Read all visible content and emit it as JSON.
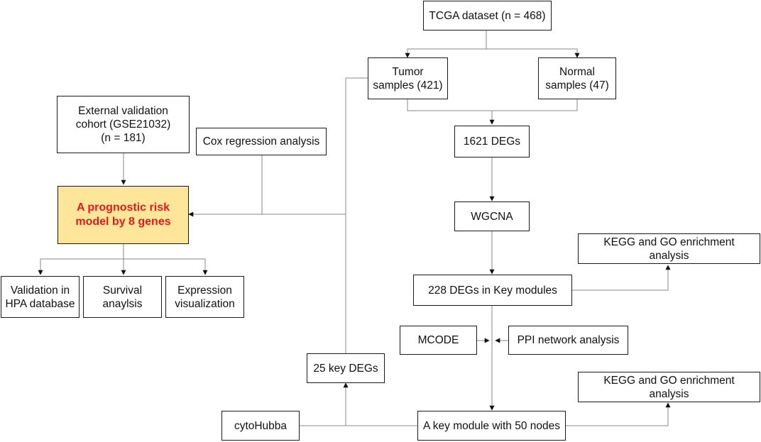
{
  "nodes": {
    "tcga": "TCGA dataset (n = 468)",
    "tumor": "Tumor\nsamples (421)",
    "normal": "Normal\nsamples (47)",
    "degs_1621": "1621 DEGs",
    "wgcna": "WGCNA",
    "kegg_go_1": "KEGG and GO enrichment\nanalysis",
    "degs_228": "228 DEGs in Key modules",
    "mcode": "MCODE",
    "ppi": "PPI network analysis",
    "key_degs_25": "25 key DEGs",
    "kegg_go_2": "KEGG and GO enrichment\nanalysis",
    "cytohubba": "cytoHubba",
    "key_module": "A key module with 50 nodes",
    "external": "External validation\ncohort (GSE21032)\n(n = 181)",
    "cox": "Cox regression analysis",
    "risk_model": "A prognostic risk\nmodel by 8 genes",
    "hpa": "Validation in\nHPA database",
    "survival": "Survival\nanaylsis",
    "expression": "Expression\nvisualization"
  },
  "colors": {
    "highlight_fill": "#fde59a",
    "highlight_text": "#e11a1a",
    "line": "#8a8a8a",
    "border": "#1a1a1a"
  }
}
